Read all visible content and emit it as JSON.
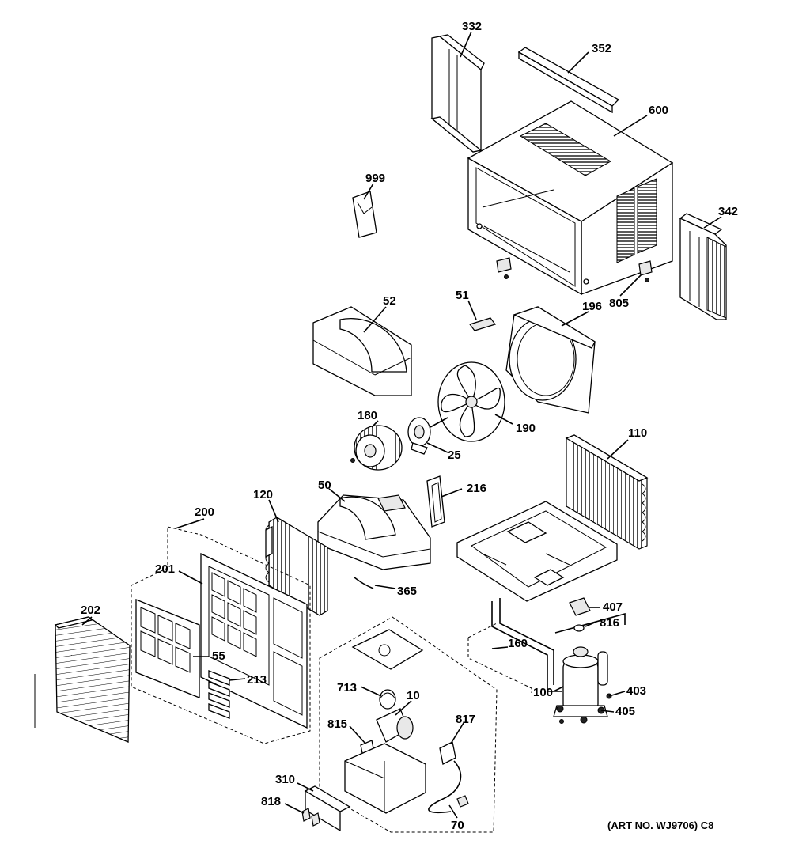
{
  "parts": [
    {
      "id": "332"
    },
    {
      "id": "352"
    },
    {
      "id": "600"
    },
    {
      "id": "999"
    },
    {
      "id": "342"
    },
    {
      "id": "805"
    },
    {
      "id": "52"
    },
    {
      "id": "51"
    },
    {
      "id": "196"
    },
    {
      "id": "180"
    },
    {
      "id": "190"
    },
    {
      "id": "25"
    },
    {
      "id": "110"
    },
    {
      "id": "50"
    },
    {
      "id": "216"
    },
    {
      "id": "120"
    },
    {
      "id": "200"
    },
    {
      "id": "201"
    },
    {
      "id": "365"
    },
    {
      "id": "407"
    },
    {
      "id": "816"
    },
    {
      "id": "202"
    },
    {
      "id": "55"
    },
    {
      "id": "160"
    },
    {
      "id": "213"
    },
    {
      "id": "713"
    },
    {
      "id": "10"
    },
    {
      "id": "100"
    },
    {
      "id": "403"
    },
    {
      "id": "405"
    },
    {
      "id": "815"
    },
    {
      "id": "817"
    },
    {
      "id": "310"
    },
    {
      "id": "818"
    },
    {
      "id": "70"
    }
  ],
  "art_number": "(ART NO. WJ9706) C8"
}
